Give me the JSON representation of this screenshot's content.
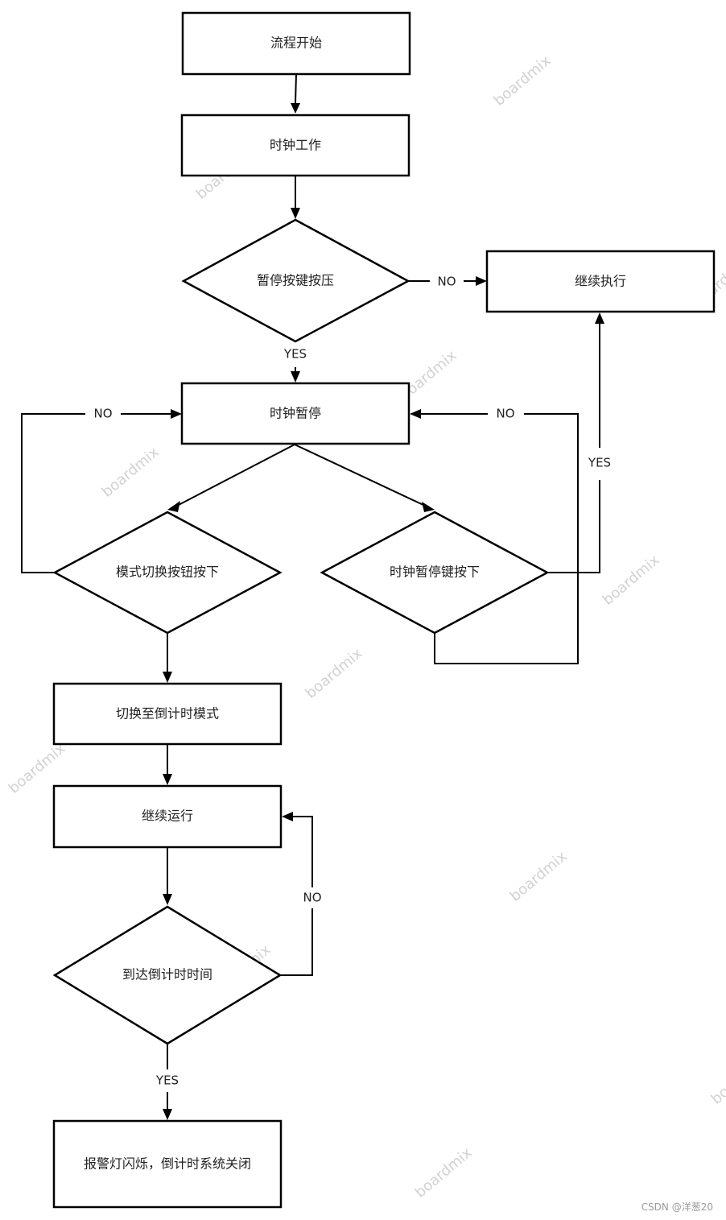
{
  "nodes": {
    "start": "流程开始",
    "clock_work": "时钟工作",
    "pause_pressed": "暂停按键按压",
    "continue_exec": "继续执行",
    "clock_paused": "时钟暂停",
    "mode_switch_pressed": "模式切换按钮按下",
    "clock_pause_key_pressed": "时钟暂停键按下",
    "switch_countdown": "切换至倒计时模式",
    "continue_running": "继续运行",
    "countdown_reached": "到达倒计时时间",
    "alarm": "报警灯闪烁，倒计时系统关闭"
  },
  "edges": {
    "pause_no": "NO",
    "pause_yes": "YES",
    "mode_no": "NO",
    "pausekey_no": "NO",
    "pausekey_yes": "YES",
    "countdown_no": "NO",
    "countdown_yes": "YES"
  },
  "watermark": "boardmix",
  "credit": "CSDN @洋葱20"
}
